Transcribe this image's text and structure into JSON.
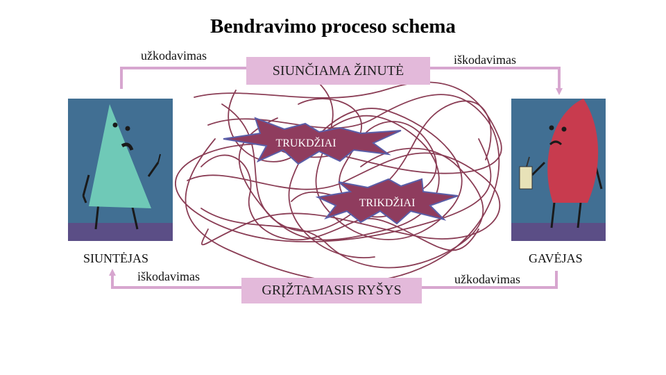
{
  "title": "Bendravimo proceso schema",
  "message_box": "SIUNČIAMA ŽINUTĖ",
  "feedback_box": "GRĮŽTAMASIS RYŠYS",
  "labels": {
    "top_left": "užkodavimas",
    "top_right": "iškodavimas",
    "sender": "SIUNTĖJAS",
    "bottom_left": "iškodavimas",
    "receiver": "GAVĖJAS",
    "bottom_right": "užkodavimas"
  },
  "noise": {
    "first": "TRUKDŽIAI",
    "second": "TRIKDŽIAI"
  },
  "colors": {
    "arrow": "#d7a6cf",
    "box_fill": "#e3b9da",
    "scribble": "#8a3d55",
    "star_fill": "#8f3c5e",
    "star_edge": "#5a5ea8",
    "panel_bg": "#416f93",
    "panel_floor": "#5b4e86",
    "sender_shape": "#6fc9b7",
    "receiver_shape": "#c83b4e"
  },
  "icons": {
    "sender": "teal-triangle-character",
    "receiver": "red-half-circle-character"
  }
}
